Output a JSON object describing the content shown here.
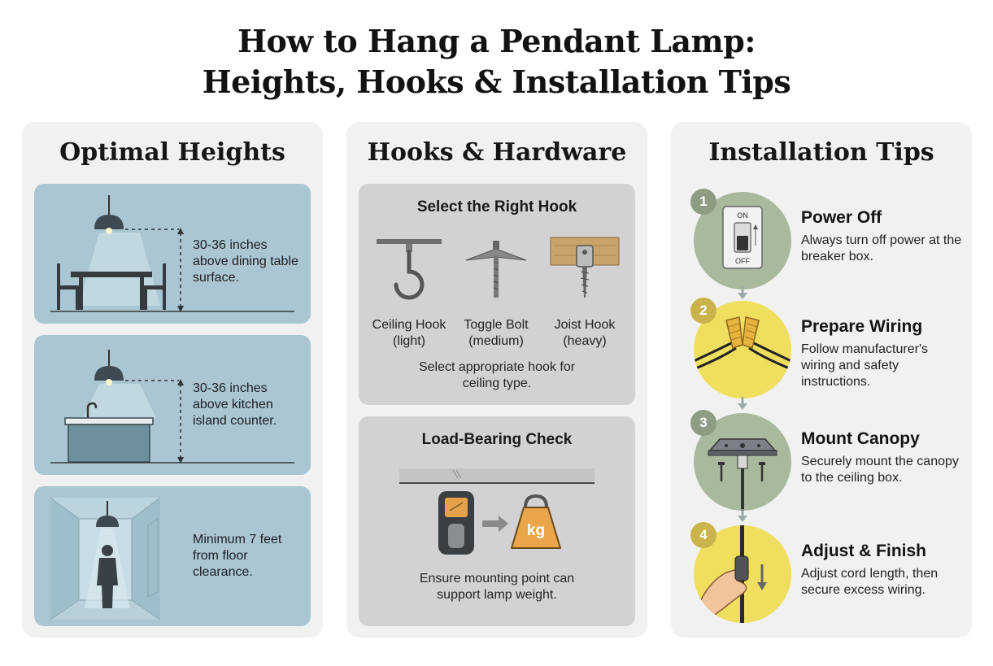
{
  "title": {
    "line1": "How to Hang a Pendant Lamp:",
    "line2": "Heights, Hooks & Installation Tips"
  },
  "columns": {
    "heights": {
      "heading": "Optimal Heights",
      "cards": [
        {
          "text": "30-36 inches above dining table surface."
        },
        {
          "text": "30-36 inches above kitchen island counter."
        },
        {
          "text": "Minimum 7 feet from floor clearance."
        }
      ]
    },
    "hooks": {
      "heading": "Hooks & Hardware",
      "select": {
        "title": "Select the Right Hook",
        "items": [
          {
            "name": "Ceiling Hook",
            "weight": "(light)"
          },
          {
            "name": "Toggle Bolt",
            "weight": "(medium)"
          },
          {
            "name": "Joist Hook",
            "weight": "(heavy)"
          }
        ],
        "caption": "Select appropriate hook for ceiling type."
      },
      "load": {
        "title": "Load-Bearing Check",
        "weight_label": "kg",
        "caption": "Ensure mounting point can support lamp weight."
      }
    },
    "tips": {
      "heading": "Installation Tips",
      "switch_on": "ON",
      "switch_off": "OFF",
      "steps": [
        {
          "num": "1",
          "title": "Power Off",
          "desc": "Always turn off power at the breaker box.",
          "icon": "switch-icon",
          "color": "#a8b99d"
        },
        {
          "num": "2",
          "title": "Prepare Wiring",
          "desc": "Follow manufacturer's wiring and safety instructions.",
          "icon": "wire-nut-icon",
          "color": "#f0df5f"
        },
        {
          "num": "3",
          "title": "Mount Canopy",
          "desc": "Securely mount the canopy to the ceiling box.",
          "icon": "canopy-icon",
          "color": "#a8b99d"
        },
        {
          "num": "4",
          "title": "Adjust & Finish",
          "desc": "Adjust cord length, then secure excess wiring.",
          "icon": "hand-cord-icon",
          "color": "#f0df5f"
        }
      ]
    }
  },
  "colors": {
    "panel": "#f1f1f1",
    "height_card": "#a9c6d2",
    "hook_card": "#d2d2d4",
    "badge_green": "#8d9c82",
    "badge_yellow": "#c9b34a",
    "weight": "#eaa54a"
  }
}
